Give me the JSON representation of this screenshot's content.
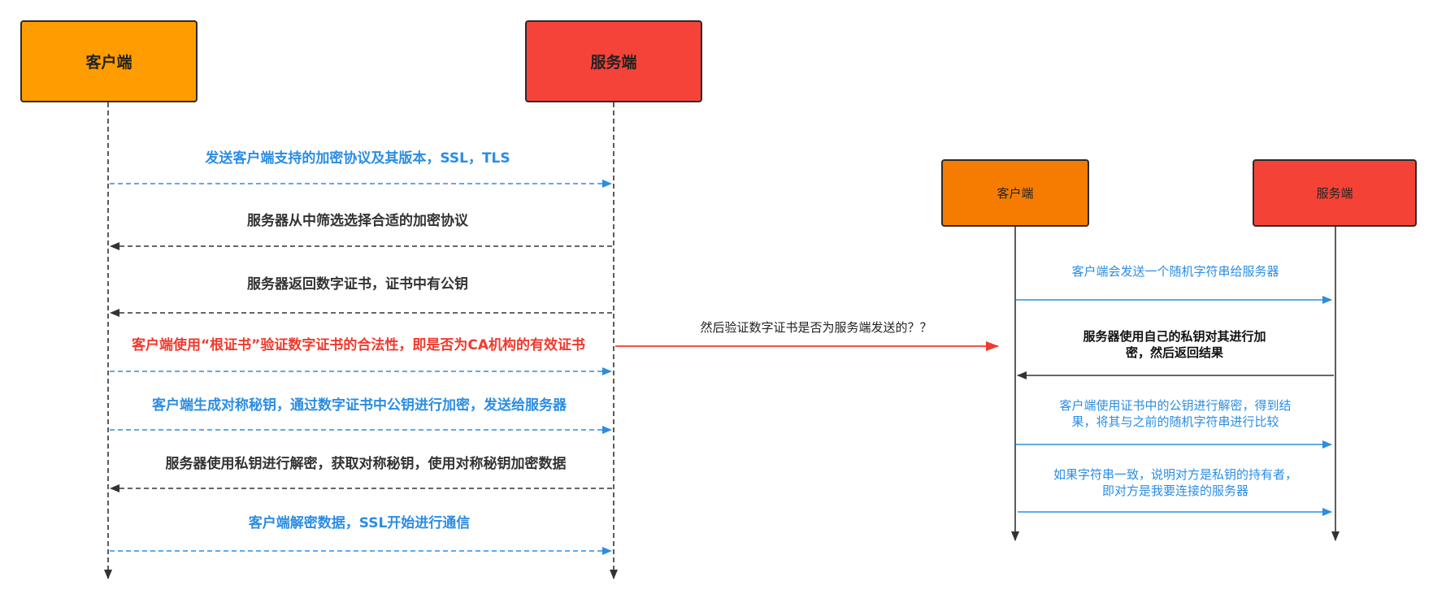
{
  "colors": {
    "blue": "#2b8de3",
    "dark": "#333333",
    "red": "#f03a2e",
    "orange_main": "#ff9d00",
    "red_main": "#f5433a",
    "orange_small": "#f57c00",
    "red_small": "#f44336"
  },
  "main": {
    "client_label": "客户端",
    "server_label": "服务端",
    "messages": [
      {
        "text": "发送客户端支持的加密协议及其版本，SSL，TLS",
        "direction": "to-server",
        "color": "blue"
      },
      {
        "text": "服务器从中筛选选择合适的加密协议",
        "direction": "to-client",
        "color": "dark"
      },
      {
        "text": "服务器返回数字证书，证书中有公钥",
        "direction": "to-client",
        "color": "dark"
      },
      {
        "text": "客户端使用“根证书”验证数字证书的合法性，即是否为CA机构的有效证书",
        "direction": "to-server",
        "color": "red"
      },
      {
        "text": "客户端生成对称秘钥，通过数字证书中公钥进行加密，发送给服务器",
        "direction": "to-server",
        "color": "blue"
      },
      {
        "text": "服务器使用私钥进行解密，获取对称秘钥，使用对称秘钥加密数据",
        "direction": "to-client",
        "color": "dark"
      },
      {
        "text": "客户端解密数据，SSL开始进行通信",
        "direction": "to-server",
        "color": "blue"
      }
    ]
  },
  "connector": {
    "text": "然后验证数字证书是否为服务端发送的？？"
  },
  "detail": {
    "client_label": "客户端",
    "server_label": "服务端",
    "messages": [
      {
        "text": "客户端会发送一个随机字符串给服务器",
        "direction": "to-server",
        "color": "blue"
      },
      {
        "text": "服务器使用自己的私钥对其进行加密，然后返回结果",
        "direction": "to-client",
        "color": "dark"
      },
      {
        "text": "客户端使用证书中的公钥进行解密，得到结果，将其与之前的随机字符串进行比较",
        "direction": "to-server",
        "color": "blue"
      },
      {
        "text": "如果字符串一致，说明对方是私钥的持有者，即对方是我要连接的服务器",
        "direction": "to-server",
        "color": "blue"
      }
    ]
  }
}
